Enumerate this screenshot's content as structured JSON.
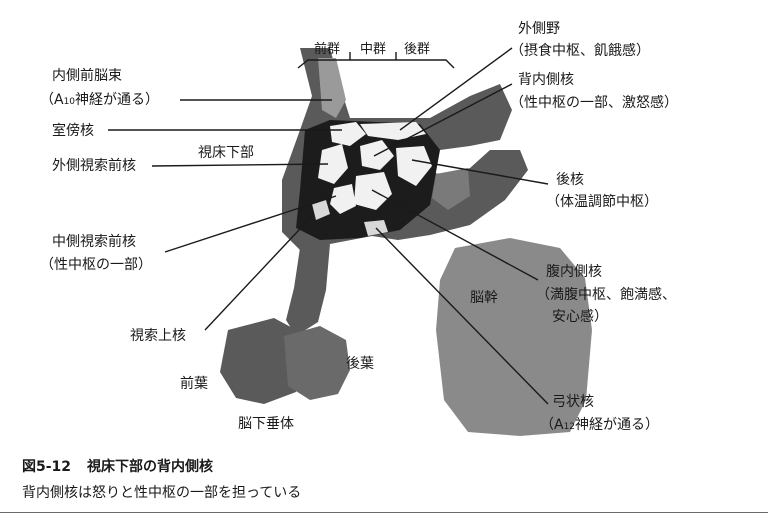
{
  "groups": {
    "anterior": "前群",
    "middle": "中群",
    "posterior": "後群"
  },
  "labels": {
    "mfb_1": "内側前脳束",
    "mfb_2": "（A",
    "mfb_sub": "10",
    "mfb_3": "神経が通る）",
    "paraventricular": "室傍核",
    "lateral_preoptic": "外側視索前核",
    "hypothalamus": "視床下部",
    "medial_preoptic_1": "中側視索前核",
    "medial_preoptic_2": "（性中枢の一部）",
    "supraoptic": "視索上核",
    "anterior_lobe": "前葉",
    "posterior_lobe": "後葉",
    "pituitary": "脳下垂体",
    "lateral_area_1": "外側野",
    "lateral_area_2": "（摂食中枢、飢餓感）",
    "dorsomedial_1": "背内側核",
    "dorsomedial_2": "（性中枢の一部、激怒感）",
    "posterior_nucleus_1": "後核",
    "posterior_nucleus_2": "（体温調節中枢）",
    "ventromedial_1": "腹内側核",
    "ventromedial_2": "（満腹中枢、飽満感、",
    "ventromedial_3": "安心感）",
    "brainstem": "脳幹",
    "arcuate_1": "弓状核",
    "arcuate_2": "（A",
    "arcuate_sub": "12",
    "arcuate_3": "神経が通る）"
  },
  "caption": {
    "number": "図5-12",
    "title": "視床下部の背内側核",
    "subtitle": "背内側核は怒りと性中枢の一部を担っている"
  },
  "colors": {
    "tissue": "#5a5a5a",
    "dark": "#1c1c1c",
    "light": "#f1f1f1",
    "mid": "#8a8a8a"
  }
}
